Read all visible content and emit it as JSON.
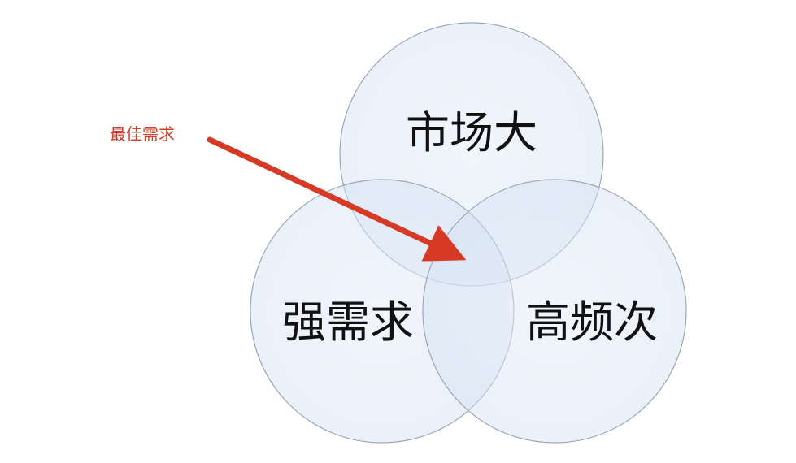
{
  "diagram": {
    "type": "venn",
    "circles": [
      {
        "id": "top",
        "label": "市场大"
      },
      {
        "id": "left",
        "label": "强需求"
      },
      {
        "id": "right",
        "label": "高频次"
      }
    ],
    "callout": {
      "label": "最佳需求",
      "target": "intersection-of-all-three"
    }
  },
  "colors": {
    "circle_fill_center": "#dbe7f7",
    "circle_fill_edge": "#f1f5fb",
    "circle_stroke": "#9aa8b8",
    "arrow": "#d63a26",
    "callout_text": "#c9402b"
  }
}
